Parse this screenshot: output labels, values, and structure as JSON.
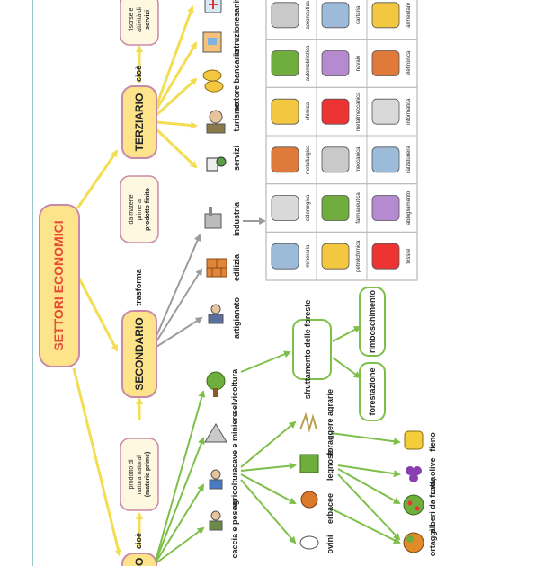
{
  "title": "SETTORI ECONOMICI",
  "link_cioe": "cioè",
  "link_trasforma": "trasforma",
  "sectors": {
    "primario_visible": "O",
    "secondario": "SECONDARIO",
    "terziario": "TERZIARIO"
  },
  "notes": {
    "primario_lines": [
      "prodotto di",
      "natura naturali",
      "(materie prime)"
    ],
    "secondario_lines": [
      "da materie",
      "prime al",
      "prodotto finito"
    ],
    "terziario_lines": [
      "risorse e",
      "attività di",
      "servizi"
    ]
  },
  "primario_items": [
    "caccia e pesca",
    "agricoltura",
    "cave e miniere",
    "selvicoltura"
  ],
  "agricoltura_items": [
    "ovini",
    "erbacee",
    "legnose",
    "foraggere agrarie"
  ],
  "agri_products": [
    "ortaggi",
    "alberi da frutta",
    "uva, olive",
    "fieno"
  ],
  "selvicoltura_items": [
    "sfruttamento delle foreste"
  ],
  "foreste_items": [
    "forestazione",
    "rimboschimento"
  ],
  "secondario_items": [
    "artigianato",
    "edilizia",
    "industria"
  ],
  "terziario_items": [
    "servizi",
    "turismo",
    "settore bancario",
    "istruzione",
    "sanità"
  ],
  "industry_grid": [
    [
      "alimentare",
      "cartaria",
      "aeronautica"
    ],
    [
      "elettronica",
      "navale",
      "automobilistica"
    ],
    [
      "informatica",
      "metalmeccanica",
      "chimica"
    ],
    [
      "calzaturiera",
      "meccanica",
      "metallurgica"
    ],
    [
      "abbigliamento",
      "farmaceutica",
      "siderurgica"
    ],
    [
      "tessile",
      "petrolchimica",
      "mineraria"
    ]
  ],
  "colors": {
    "box_fill": "#fde48b",
    "box_border": "#c88aa7",
    "title_text": "#e44b35",
    "arrow_yellow": "#f3dd52",
    "arrow_gray": "#9b9b9b",
    "arrow_green": "#7ebf4a",
    "frame": "#9cc7c9"
  }
}
